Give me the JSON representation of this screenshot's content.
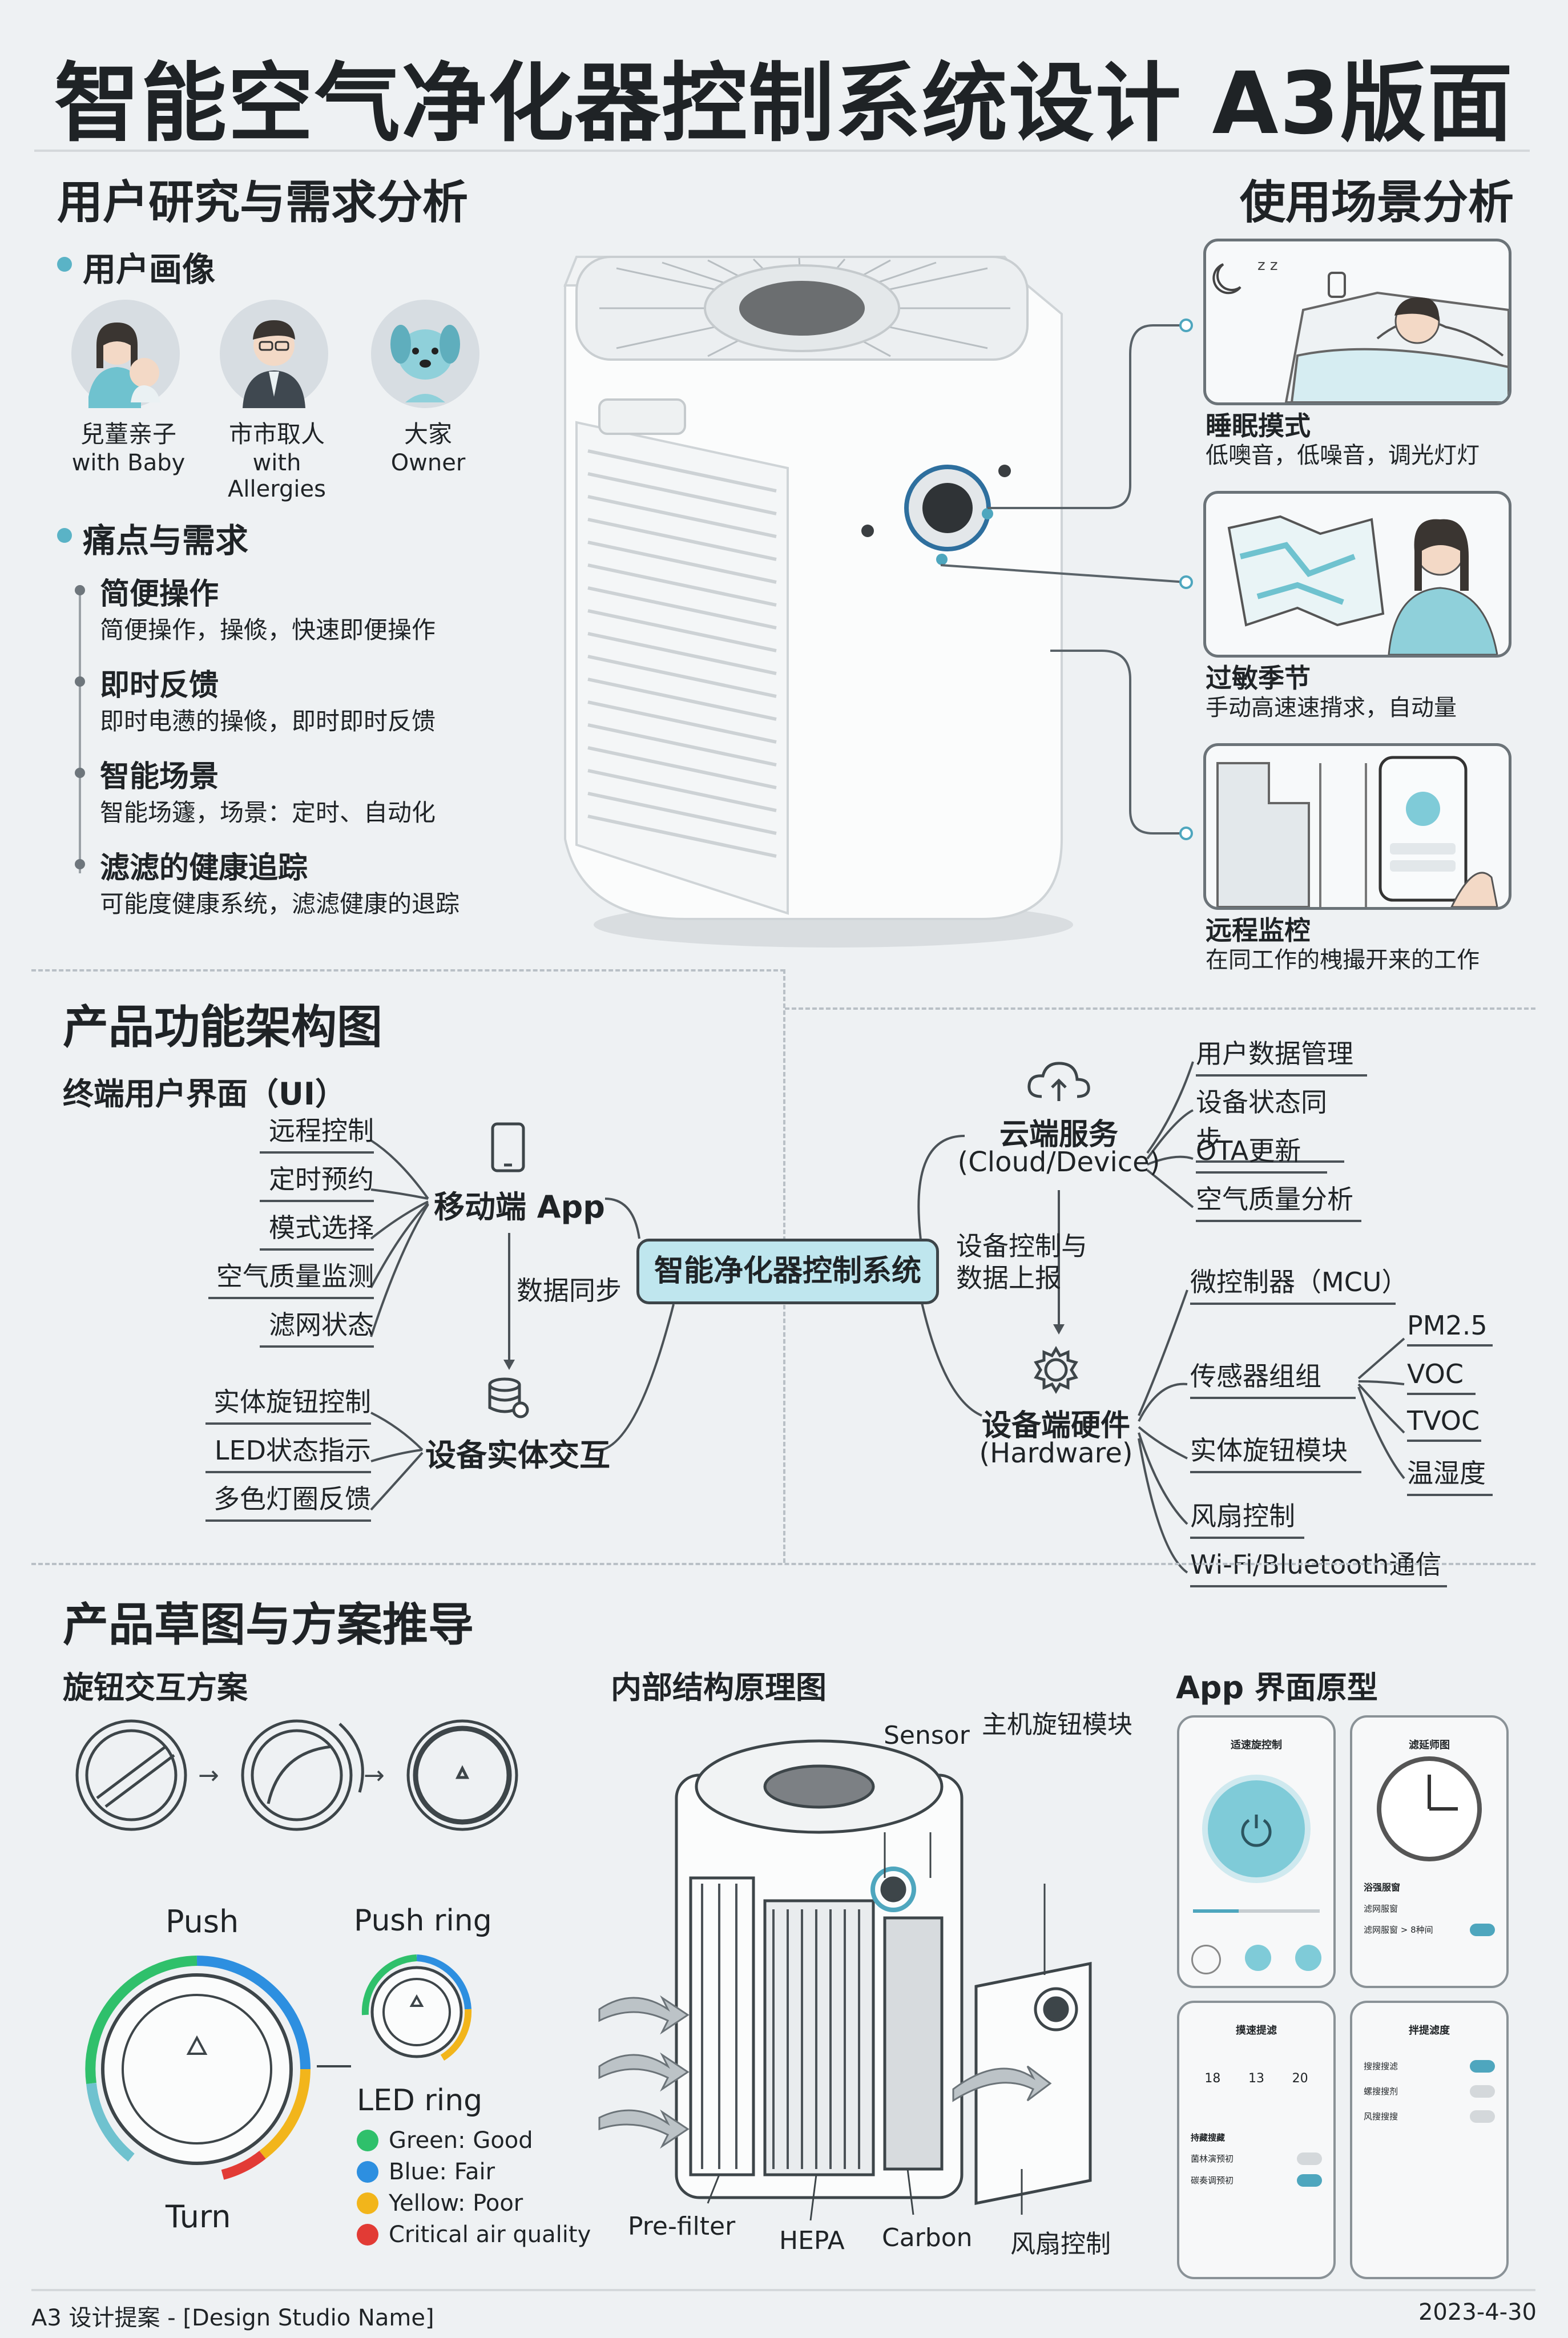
{
  "header": {
    "title": "智能空气净化器控制系统设计",
    "format": "A3版面"
  },
  "research": {
    "title": "用户研究与需求分析",
    "personas_title": "用户画像",
    "personas": [
      {
        "name": "兒蕫亲子",
        "sub": "with Baby"
      },
      {
        "name": "市市取人",
        "sub": "with Allergies"
      },
      {
        "name": "大家",
        "sub": "Owner"
      }
    ],
    "needs_title": "痛点与需求",
    "needs": [
      {
        "title": "简便操作",
        "desc": "简便操作，操倐，快速即便操作"
      },
      {
        "title": "即时反馈",
        "desc": "即时电懑的操倐，即时即时反馈"
      },
      {
        "title": "智能场景",
        "desc": "智能场籧，场景：定时、自动化"
      },
      {
        "title": "滤滤的健康追踪",
        "desc": "可能度健康系统，滤滤健康的退踪"
      }
    ]
  },
  "scenarios": {
    "title": "使用场景分析",
    "items": [
      {
        "title": "睡眠摸式",
        "desc": "低噢音，低噪音，调光灯灯"
      },
      {
        "title": "过敏季节",
        "desc": "手动高速速揹求，自动量"
      },
      {
        "title": "远程监椌",
        "desc": "在同工作的栧撮开来的工作"
      }
    ]
  },
  "architecture": {
    "title": "产品功能架构图",
    "ui_title": "终端用户界面（UI）",
    "hub": "智能净化器控制系统",
    "app": {
      "label": "移动端 App",
      "items": [
        "远程控制",
        "定时预约",
        "模式选择",
        "空气质量监测",
        "滤网状态"
      ]
    },
    "sync": "数据同步",
    "physical": {
      "label": "设备实体交互",
      "items": [
        "实体旋钮控制",
        "LED状态指示",
        "多色灯圈反馈"
      ]
    },
    "cloud": {
      "label": "云端服务",
      "sub": "(Cloud/Device)",
      "items": [
        "用户数据管理",
        "设备状态同步",
        "OTA更新",
        "空气质量分析"
      ]
    },
    "report": [
      "设备控制与",
      "数据上报"
    ],
    "hardware": {
      "label": "设备端硬件",
      "sub": "(Hardware)",
      "mcu": "微控制器（MCU）",
      "sensors": "传感器组组",
      "sensor_items": [
        "PM2.5",
        "VOC",
        "TVOC",
        "温湿度"
      ],
      "knob": "实体旋钮模块",
      "fan": "风扇控制",
      "wifi": "Wi-Fi/Bluetooth通信"
    }
  },
  "sketch": {
    "title": "产品草图与方案推导",
    "knob_title": "旋钮交互方案",
    "push": "Push",
    "push_ring": "Push ring",
    "turn": "Turn",
    "led_title": "LED ring",
    "legend": [
      {
        "label": "Green: Good",
        "color": "#2fc06b"
      },
      {
        "label": "Blue: Fair",
        "color": "#2d8fe0"
      },
      {
        "label": "Yellow: Poor",
        "color": "#f2b51b"
      },
      {
        "label": "Critical air quality",
        "color": "#e23b35"
      }
    ],
    "internal_title": "内部结构原理图",
    "internal_labels": {
      "sensor": "Sensor",
      "knob": "主机旋钮模块",
      "prefilter": "Pre-filter",
      "hepa": "HEPA",
      "carbon": "Carbon",
      "fan": "风扇控制"
    },
    "app_title": "App 界面原型",
    "screens": [
      {
        "title": "适速旋控制"
      },
      {
        "title": "滤延师图",
        "row1": "浴强服窗",
        "row2": "滤网服窗",
        "row3": "滤网服窗 > 8种间"
      },
      {
        "title": "摸速提滤",
        "nums": [
          "18",
          "13",
          "20"
        ],
        "row1": "持藏搜藏",
        "row2": "菌林演预初",
        "row3": "碳奏调预初"
      },
      {
        "title": "拌提滤度",
        "row1": "搜搜搜滤",
        "row2": "螺搜搜剂",
        "row3": "风搜搜搜"
      }
    ]
  },
  "footer": {
    "left": "A3 设计提案 - [Design Studio Name]",
    "right": "2023-4-30"
  },
  "colors": {
    "accent": "#5ab3c6",
    "hub_fill": "#bfe6ee",
    "ink": "#1f2326"
  }
}
